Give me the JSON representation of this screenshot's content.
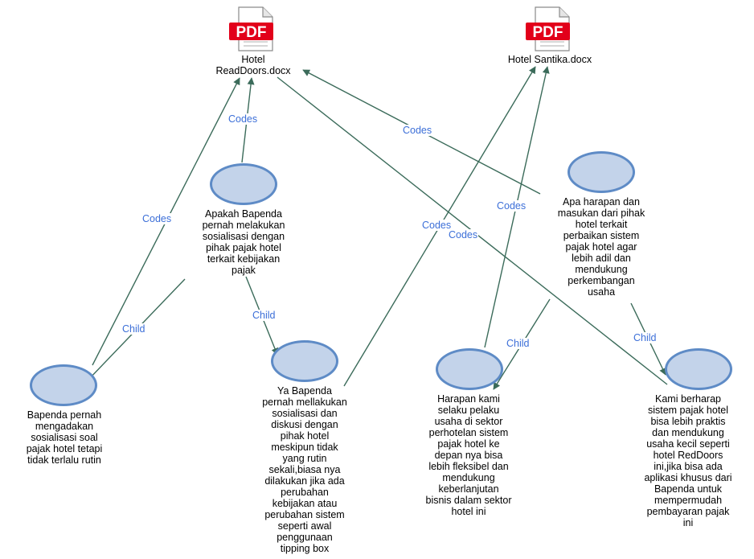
{
  "colors": {
    "edge": "#3b6b5a",
    "edge_label": "#3c6fd8",
    "node_fill": "#c3d3ea",
    "node_border": "#5e8bc6",
    "pdf_red": "#e2001a"
  },
  "files": [
    {
      "id": "readdoors",
      "badge": "PDF",
      "label": "Hotel\nReadDoors.docx",
      "icon": "pdf-file-icon"
    },
    {
      "id": "santika",
      "badge": "PDF",
      "label": "Hotel Santika.docx",
      "icon": "pdf-file-icon"
    }
  ],
  "nodes": [
    {
      "id": "q1",
      "label": "Apakah Bapenda\npernah melakukan\nsosialisasi dengan\npihak pajak hotel\nterkait kebijakan\npajak"
    },
    {
      "id": "a1",
      "label": "Bapenda pernah\nmengadakan\nsosialisasi soal\npajak hotel tetapi\ntidak terlalu rutin"
    },
    {
      "id": "a2",
      "label": "Ya Bapenda\npernah mellakukan\nsosialisasi dan\ndiskusi dengan\npihak hotel\nmeskipun tidak\nyang rutin\nsekali,biasa nya\ndilakukan jika ada\nperubahan\nkebijakan atau\nperubahan sistem\nseperti awal\npenggunaan\ntipping box"
    },
    {
      "id": "q2",
      "label": "Apa harapan dan\nmasukan dari pihak\nhotel terkait\nperbaikan sistem\npajak hotel agar\nlebih adil dan\nmendukung\nperkembangan\nusaha"
    },
    {
      "id": "a3",
      "label": "Harapan kami\nselaku pelaku\nusaha di sektor\nperhotelan sistem\npajak hotel ke\ndepan nya bisa\nlebih fleksibel dan\nmendukung\nkeberlanjutan\nbisnis dalam sektor\nhotel ini"
    },
    {
      "id": "a4",
      "label": "Kami berharap\nsistem pajak hotel\nbisa lebih praktis\ndan mendukung\nusaha kecil seperti\nhotel RedDoors\nini,jika bisa ada\naplikasi khusus dari\nBapenda untuk\nmempermudah\npembayaran pajak\nini"
    }
  ],
  "edges": [
    {
      "from": "q1",
      "to": "readdoors",
      "label": "Codes"
    },
    {
      "from": "a1",
      "to": "readdoors",
      "label": "Codes"
    },
    {
      "from": "q2",
      "to": "readdoors",
      "label": "Codes"
    },
    {
      "from": "a4",
      "to": "readdoors",
      "label": "Codes"
    },
    {
      "from": "a2",
      "to": "santika",
      "label": "Codes"
    },
    {
      "from": "a3",
      "to": "santika",
      "label": "Codes"
    },
    {
      "from": "q1",
      "to": "a1",
      "label": "Child"
    },
    {
      "from": "q1",
      "to": "a2",
      "label": "Child"
    },
    {
      "from": "q2",
      "to": "a3",
      "label": "Child"
    },
    {
      "from": "q2",
      "to": "a4",
      "label": "Child"
    }
  ]
}
